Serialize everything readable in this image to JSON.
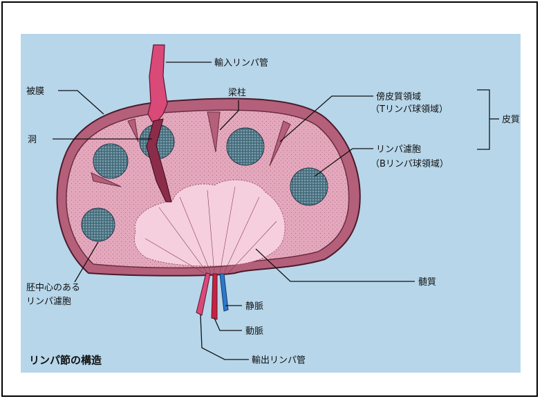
{
  "diagram": {
    "title": "リンパ節の構造",
    "colors": {
      "background": "#b7d6ea",
      "capsule": "#b4607a",
      "cortex": "#e4a8bd",
      "medulla": "#f5cfdd",
      "follicle": "#4e7686",
      "lymph_vessel": "#d94a78",
      "artery": "#c8223f",
      "vein": "#2e78c8"
    },
    "labels": {
      "afferent": "輸入リンパ管",
      "capsule": "被膜",
      "trabecula": "梁柱",
      "paracortex": "傍皮質領域",
      "paracortex_sub": "（Tリンパ球領域）",
      "cortex": "皮質",
      "sinus": "洞",
      "follicle": "リンパ濾胞",
      "follicle_sub": "（Bリンパ球領域）",
      "germinal_1": "胚中心のある",
      "germinal_2": "リンパ濾胞",
      "medulla": "髄質",
      "vein": "静脈",
      "artery": "動脈",
      "efferent": "輸出リンパ管"
    }
  }
}
